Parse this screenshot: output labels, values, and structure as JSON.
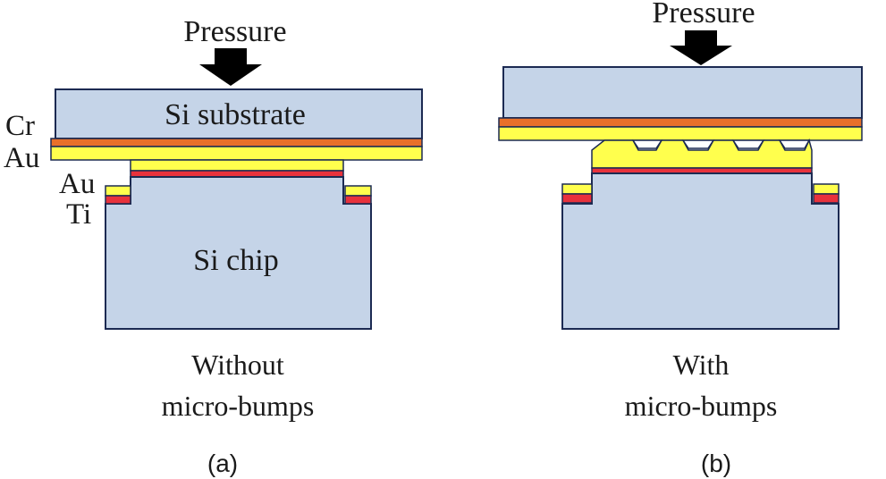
{
  "colors": {
    "silicon": "#c5d4e8",
    "gold": "#ffff4d",
    "chromium": "#e8702a",
    "titanium": "#e8323c",
    "outline": "#1c2a52",
    "arrow": "#000000"
  },
  "panel_a": {
    "pressure_label": "Pressure",
    "substrate_label": "Si substrate",
    "chip_label": "Si chip",
    "layer_labels": {
      "cr": "Cr",
      "au_top": "Au",
      "au_bottom": "Au",
      "ti": "Ti"
    },
    "caption_line1": "Without",
    "caption_line2": "micro-bumps",
    "panel_letter": "(a)"
  },
  "panel_b": {
    "pressure_label": "Pressure",
    "caption_line1": "With",
    "caption_line2": "micro-bumps",
    "panel_letter": "(b)"
  }
}
